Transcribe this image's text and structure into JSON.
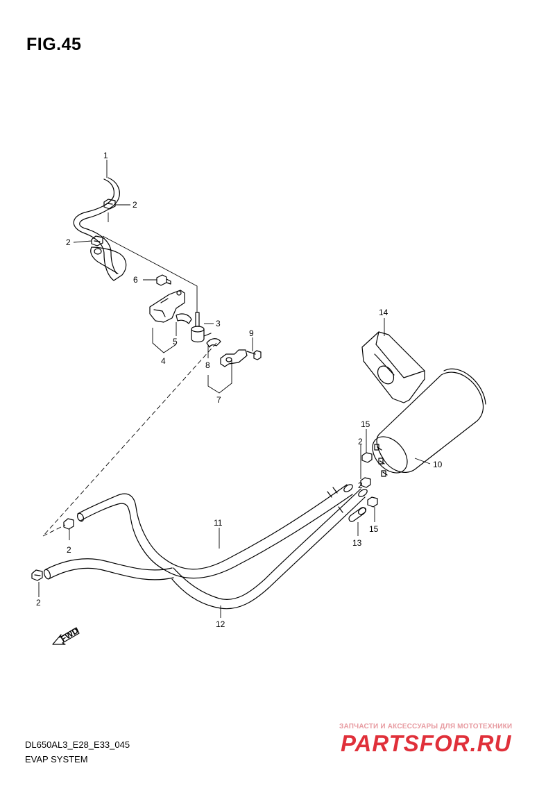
{
  "figure": {
    "title": "FIG.45",
    "model_code": "DL650AL3_E28_E33_045",
    "section_name": "EVAP SYSTEM"
  },
  "callouts": [
    {
      "id": "c1",
      "text": "1"
    },
    {
      "id": "c2a",
      "text": "2"
    },
    {
      "id": "c2b",
      "text": "2"
    },
    {
      "id": "c6",
      "text": "6"
    },
    {
      "id": "c3",
      "text": "3"
    },
    {
      "id": "c5",
      "text": "5"
    },
    {
      "id": "c4",
      "text": "4"
    },
    {
      "id": "c8",
      "text": "8"
    },
    {
      "id": "c9",
      "text": "9"
    },
    {
      "id": "c7",
      "text": "7"
    },
    {
      "id": "c14",
      "text": "14"
    },
    {
      "id": "c15a",
      "text": "15"
    },
    {
      "id": "c2c",
      "text": "2"
    },
    {
      "id": "c10",
      "text": "10"
    },
    {
      "id": "c2d",
      "text": "2"
    },
    {
      "id": "c15b",
      "text": "15"
    },
    {
      "id": "c13",
      "text": "13"
    },
    {
      "id": "c11",
      "text": "11"
    },
    {
      "id": "c2e",
      "text": "2"
    },
    {
      "id": "c12",
      "text": "12"
    },
    {
      "id": "c2f",
      "text": "2"
    }
  ],
  "direction_arrow": {
    "text": "FWD"
  },
  "watermark": {
    "tagline": "ЗАПЧАСТИ И АКСЕССУАРЫ ДЛЯ МОТОТЕХНИКИ",
    "logo_text": "PARTSFOR.RU",
    "color": "#e0303a"
  }
}
